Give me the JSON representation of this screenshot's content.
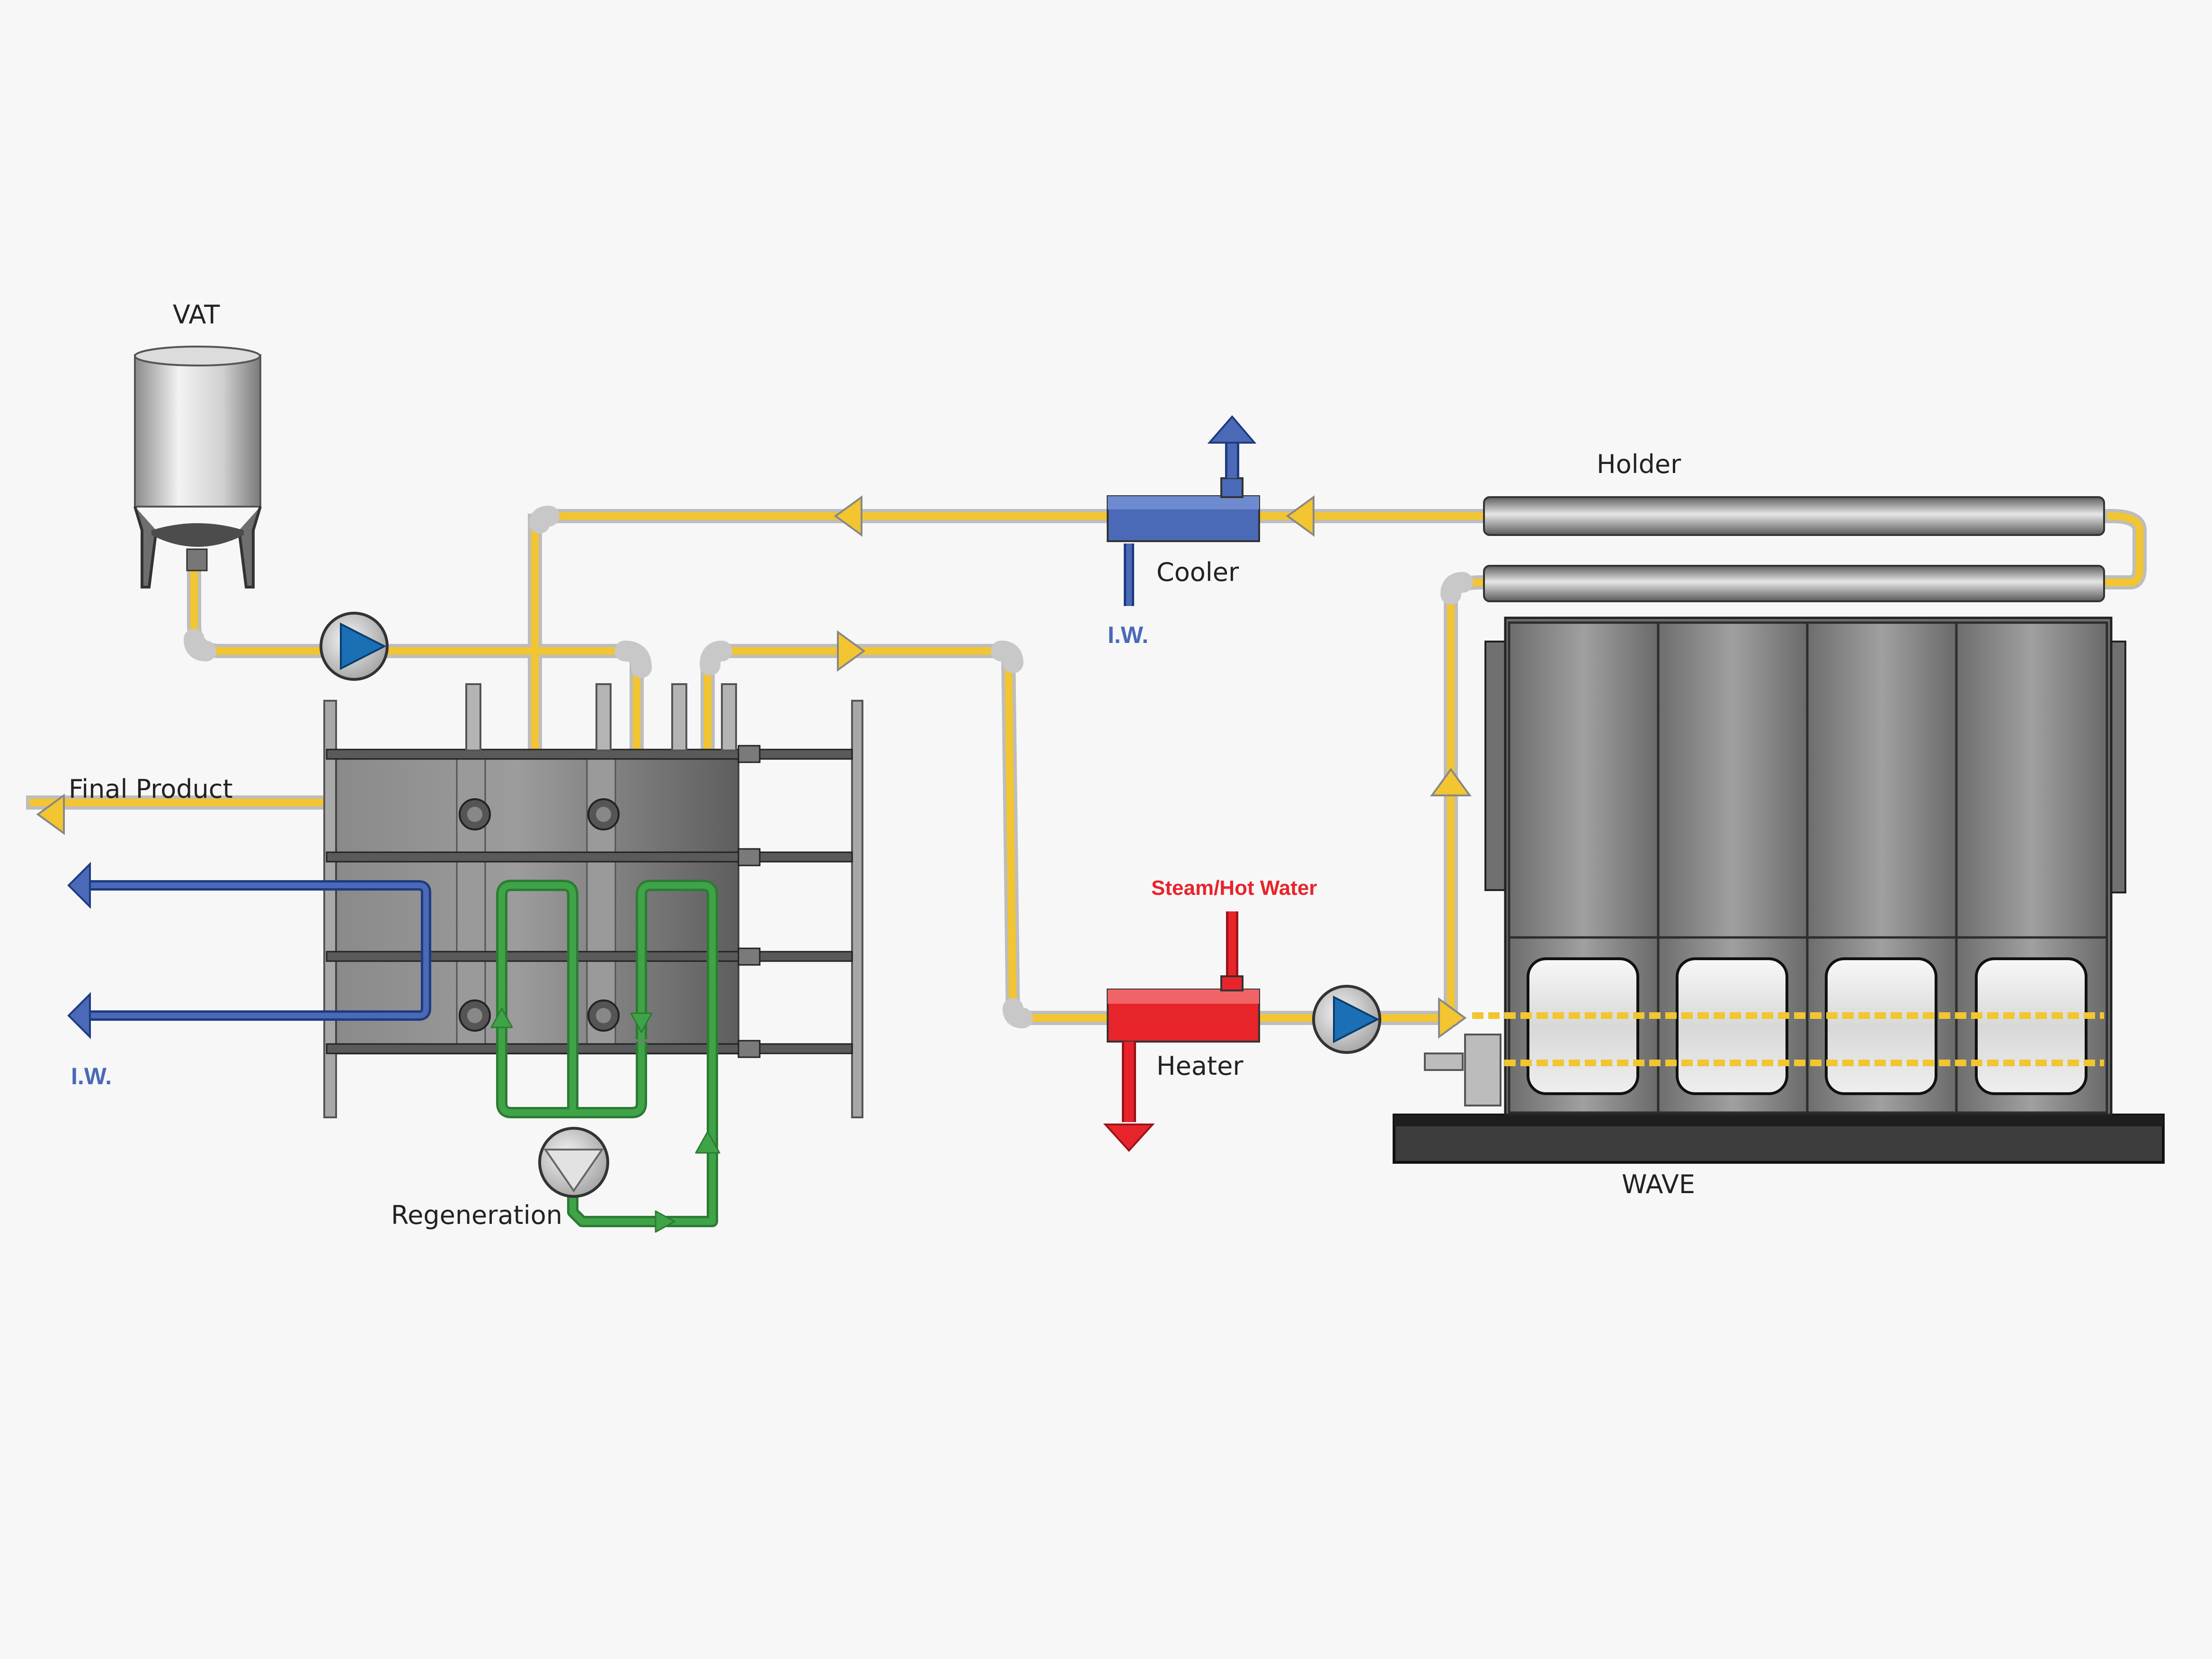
{
  "labels": {
    "vat": "VAT",
    "holder": "Holder",
    "cooler": "Cooler",
    "cooler_iw": "I.W.",
    "final_product": "Final Product",
    "regen_iw": "I.W.",
    "steam": "Steam/Hot Water",
    "heater": "Heater",
    "wave": "WAVE",
    "regeneration": "Regeneration"
  },
  "colors": {
    "product_line": "#f2c531",
    "pipe_gray": "#b9b9b9",
    "cooling_water": "#4a69b7",
    "heating_medium": "#e8242b",
    "regeneration_loop": "#3ea447",
    "pump_blue": "#1b6fb5",
    "equipment_dark": "#6b6b6b"
  },
  "icons": {
    "vat": "storage-tank-icon",
    "pumps": "centrifugal-pump-icon",
    "cooler": "heat-exchanger-icon",
    "heater": "heat-exchanger-icon",
    "wave": "microwave-unit-icon",
    "regen_pump": "pump-icon"
  }
}
